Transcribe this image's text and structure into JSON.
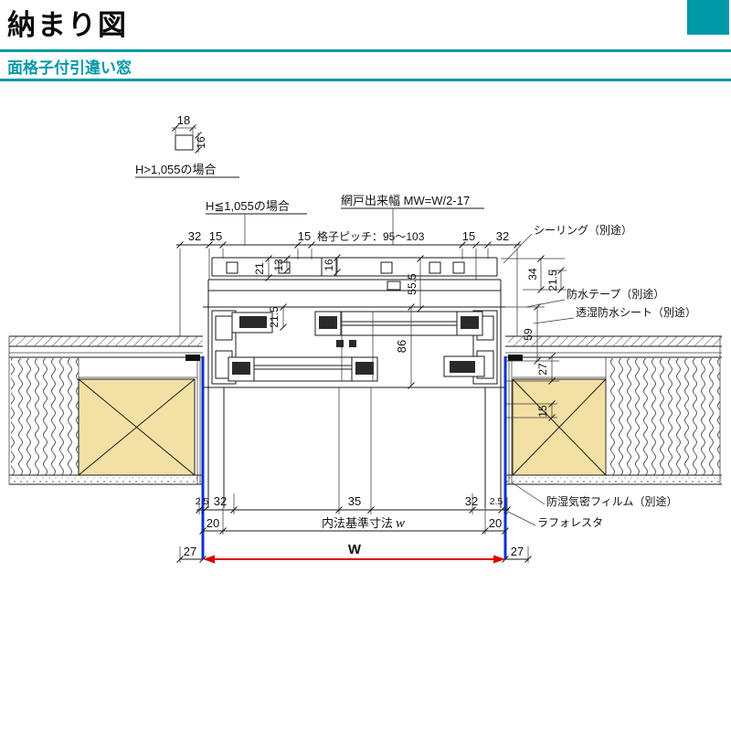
{
  "colors": {
    "accent": "#0099A8",
    "wood": "#F3E0A4",
    "blue": "#1030D0",
    "red": "#DC0000"
  },
  "header": {
    "title": "納まり図",
    "subtitle": "面格子付引違い窓"
  },
  "legend": {
    "label": "H>1,055の場合",
    "width": "18",
    "height": "16"
  },
  "notes": {
    "case_le": "H≦1,055の場合",
    "screen_width": "網戸出来幅 MW=W/2-17",
    "pitch": "格子ピッチ：95～103"
  },
  "callouts": {
    "sealing": "シーリング（別途）",
    "tape": "防水テープ（別途）",
    "sheet": "透湿防水シート（別途）",
    "film": "防湿気密フィルム（別途）",
    "laforesta": "ラフォレスタ"
  },
  "dims": {
    "top_32_left": "32",
    "top_15_left": "15",
    "top_15_mid": "15",
    "top_15_right": "15",
    "top_32_right": "32",
    "v_21": "21",
    "v_13": "13",
    "v_16": "16",
    "v_55_5": "55.5",
    "v_21_5_left": "21.5",
    "v_86": "86",
    "v_34": "34",
    "v_21_5_right": "21.5",
    "v_59": "59",
    "v_27_right": "27",
    "v_15_right": "15",
    "bot_2_5_left": "2.5",
    "bot_32_left": "32",
    "bot_35": "35",
    "bot_32_right": "32",
    "bot_2_5_right": "2.5",
    "bot_20_left": "20",
    "inner_label": "内法基準寸法",
    "inner_w": "w",
    "bot_20_right": "20",
    "bot_27_left": "27",
    "W": "W",
    "bot_27_right": "27"
  }
}
